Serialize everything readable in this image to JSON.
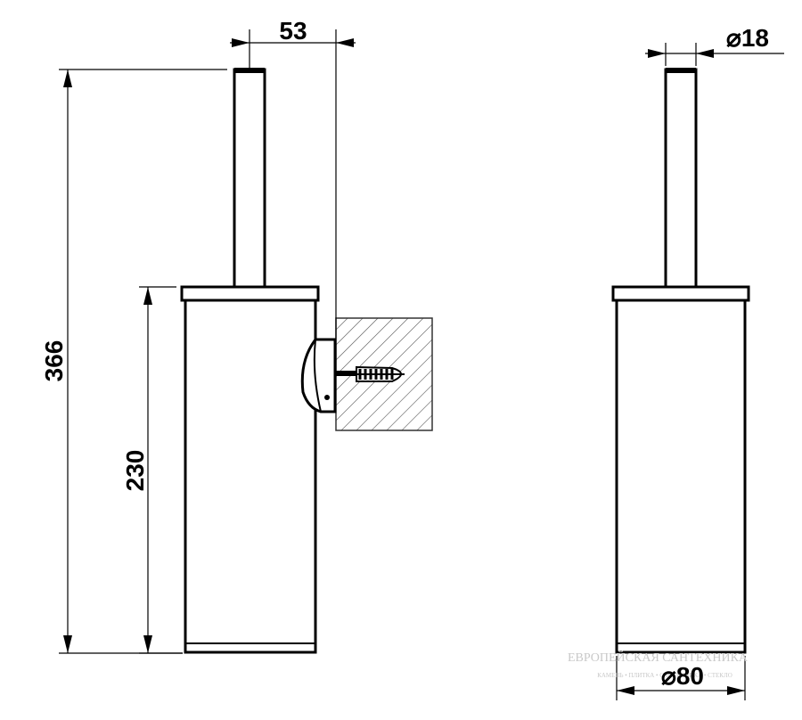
{
  "dimensions": {
    "offset": "53",
    "handle_diameter": "⌀18",
    "total_height": "366",
    "holder_height": "230",
    "holder_diameter": "⌀80"
  },
  "watermark": {
    "title": "ЕВРОПЕЙСКАЯ САНТЕХНИКА",
    "subtitle": "КАМЕНЬ • ПЛИТКА • САНТЕХНИКА • СТЕКЛО"
  }
}
